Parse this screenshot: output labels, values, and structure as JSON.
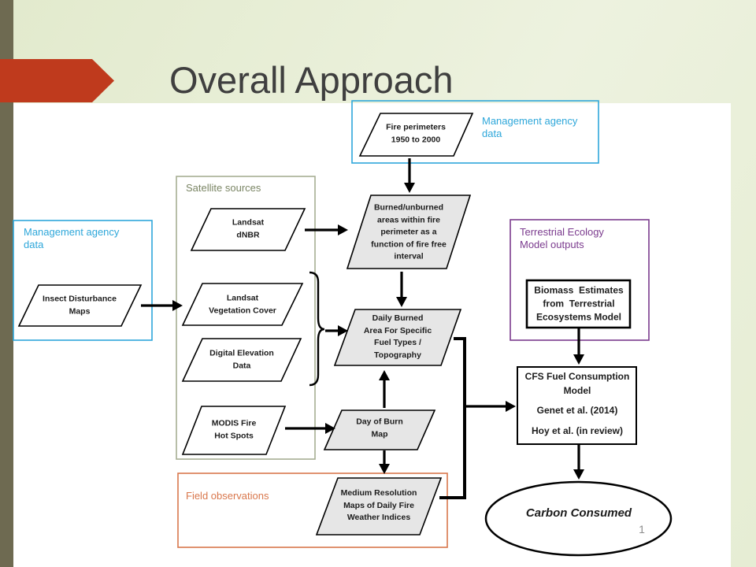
{
  "slide": {
    "title": "Overall Approach",
    "page_number": "1"
  },
  "colors": {
    "side_bar": "#6e6a51",
    "accent_red": "#bf3a1d",
    "management_blue": "#2ea7da",
    "satellite_border": "#a7ae93",
    "satellite_text": "#7a8564",
    "terrestrial_purple": "#7b3b8e",
    "field_orange": "#d9774c",
    "node_fill_gray": "#e6e6e6"
  },
  "groups": {
    "management_top": "Management agency\ndata",
    "management_left": "Management agency\ndata",
    "satellite": "Satellite sources",
    "terrestrial": "Terrestrial Ecology\nModel outputs",
    "field": "Field observations"
  },
  "nodes": {
    "fire_perimeters": "Fire perimeters\n1950 to 2000",
    "burned_unburned": "Burned/unburned\nareas within fire\nperimeter as a\nfunction of fire free\ninterval",
    "daily_burned": "Daily Burned\nArea For Specific\nFuel Types /\nTopography",
    "landsat_dnbr": "Landsat\ndNBR",
    "landsat_vegetation": "Landsat\nVegetation Cover",
    "digital_elevation": "Digital Elevation\nData",
    "modis": "MODIS Fire\nHot Spots",
    "insect": "Insect Disturbance\nMaps",
    "day_of_burn": "Day of Burn\nMap",
    "medium_resolution": "Medium Resolution\nMaps of Daily Fire\nWeather Indices",
    "biomass": "Biomass  Estimates\nfrom  Terrestrial\nEcosystems Model",
    "cfs_model": {
      "title": "CFS Fuel Consumption\nModel",
      "ref_1": "Genet et al. (2014)",
      "ref_2": "Hoy et al. (in review)"
    },
    "carbon_consumed": "Carbon Consumed"
  }
}
